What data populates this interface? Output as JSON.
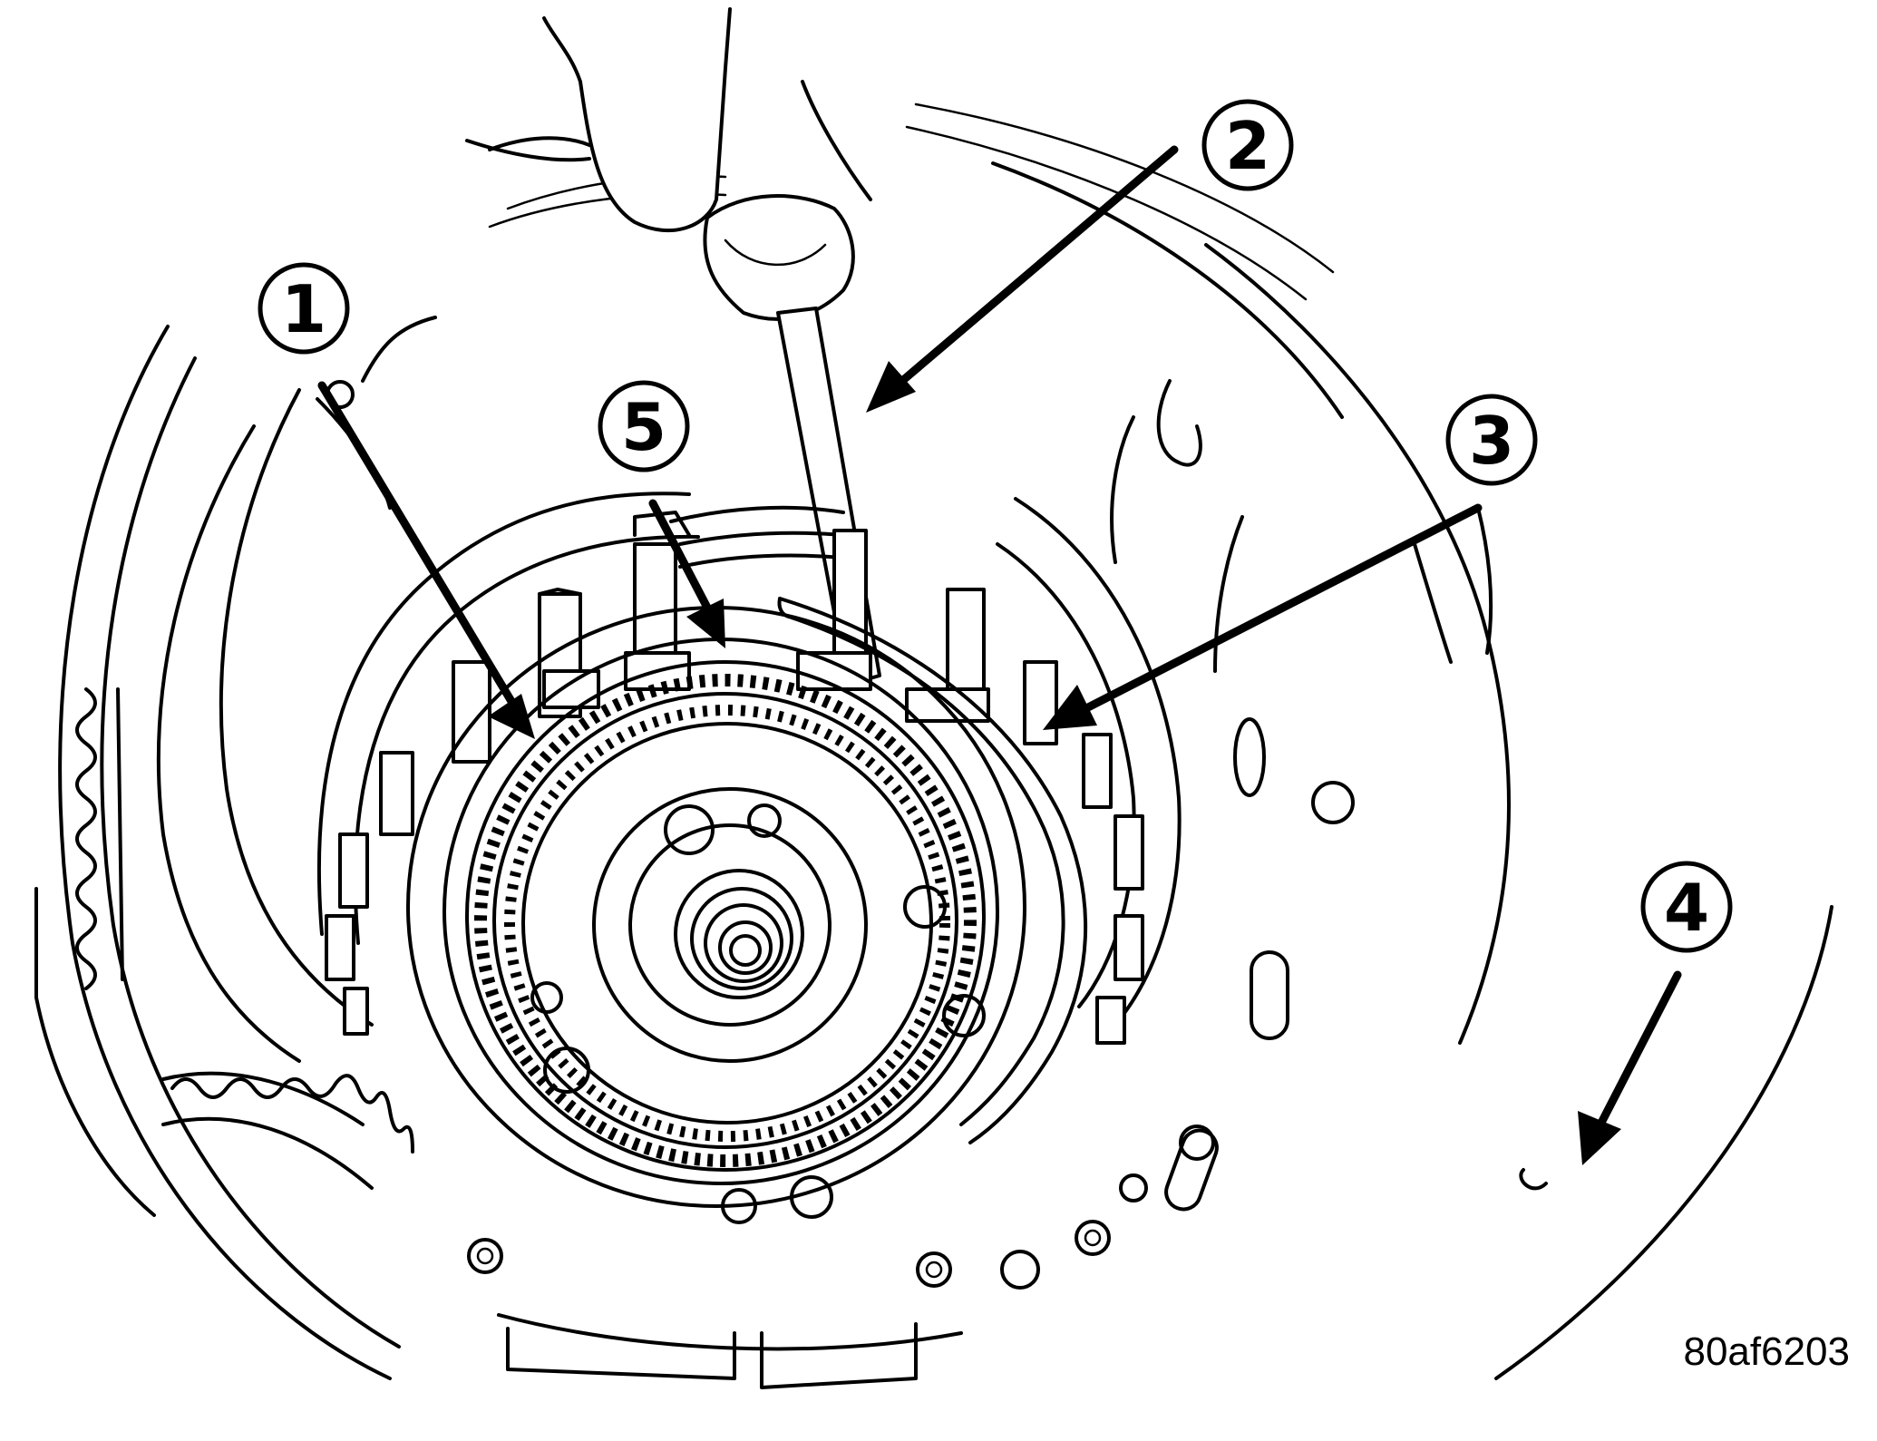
{
  "figure": {
    "code": "80af6203",
    "callouts": [
      {
        "number": "1"
      },
      {
        "number": "2"
      },
      {
        "number": "3"
      },
      {
        "number": "4"
      },
      {
        "number": "5"
      }
    ]
  }
}
